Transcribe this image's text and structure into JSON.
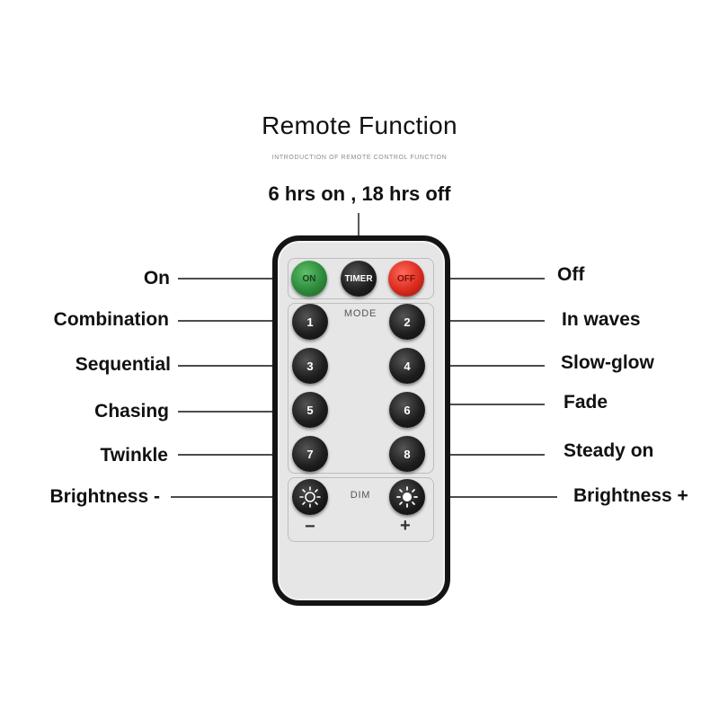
{
  "header": {
    "title": "Remote Function",
    "subtitle": "INTRODUCTION OF REMOTE CONTROL FUNCTION",
    "timer_note": "6 hrs on , 18 hrs off"
  },
  "remote": {
    "top_buttons": {
      "on": "ON",
      "timer": "TIMER",
      "off": "OFF"
    },
    "mode_label": "MODE",
    "dim_label": "DIM",
    "minus_sign": "−",
    "plus_sign": "+",
    "numbers": [
      "1",
      "2",
      "3",
      "4",
      "5",
      "6",
      "7",
      "8"
    ]
  },
  "labels": {
    "on": "On",
    "off": "Off",
    "combination": "Combination",
    "in_waves": "In waves",
    "sequential": "Sequential",
    "slow_glow": "Slow-glow",
    "chasing": "Chasing",
    "fade": "Fade",
    "twinkle": "Twinkle",
    "steady_on": "Steady on",
    "brightness_minus": "Brightness -",
    "brightness_plus": "Brightness +"
  },
  "colors": {
    "on_button": "#2c8a3a",
    "off_button": "#d92b1e",
    "body": "#e6e6e6",
    "frame": "#141414"
  }
}
